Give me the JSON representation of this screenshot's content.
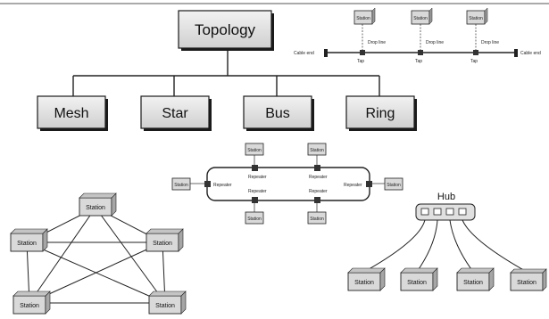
{
  "root": {
    "label": "Topology"
  },
  "categories": [
    {
      "id": "mesh",
      "label": "Mesh"
    },
    {
      "id": "star",
      "label": "Star"
    },
    {
      "id": "bus",
      "label": "Bus"
    },
    {
      "id": "ring",
      "label": "Ring"
    }
  ],
  "bus_example": {
    "stations": [
      "Station",
      "Station",
      "Station"
    ],
    "drop_line_label": "Drop line",
    "tap_label": "Tap",
    "cable_end_label": "Cable end"
  },
  "ring_example": {
    "repeater_label": "Repeater",
    "station_label": "Station"
  },
  "mesh_example": {
    "station_label": "Station"
  },
  "star_example": {
    "hub_label": "Hub",
    "station_label": "Station"
  },
  "colors": {
    "box_fill": "#e6e6e6",
    "box_stroke": "#1a1a1a",
    "station_fill": "#d9d9d9",
    "line": "#222222"
  }
}
